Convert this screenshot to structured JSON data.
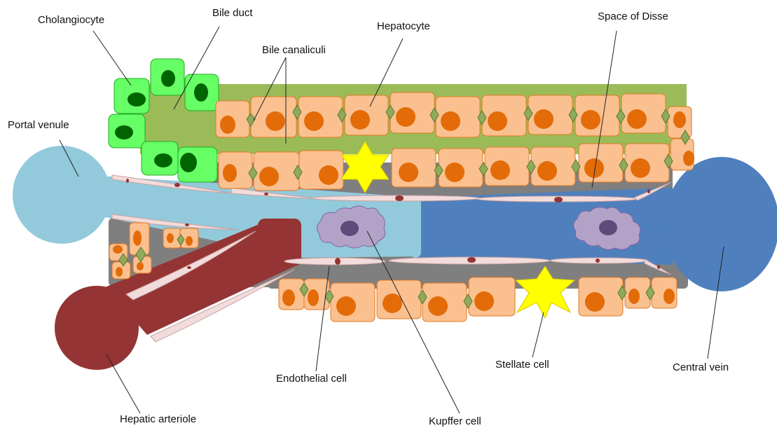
{
  "labels": {
    "cholangiocyte": "Cholangiocyte",
    "bile_duct": "Bile duct",
    "bile_canaliculi": "Bile canaliculi",
    "hepatocyte": "Hepatocyte",
    "space_of_disse": "Space of Disse",
    "portal_venule": "Portal venule",
    "endothelial_cell": "Endothelial cell",
    "kupffer_cell": "Kupffer cell",
    "stellate_cell": "Stellate cell",
    "central_vein": "Central vein",
    "hepatic_arteriole": "Hepatic arteriole"
  },
  "colors": {
    "portal_venule": "#92cadb",
    "central_vein": "#4f80bd",
    "hepatic_arteriole": "#953434",
    "bile_duct": "#9bbb59",
    "cholangiocyte": "#66ff66",
    "cholangiocyte_nucleus": "#006400",
    "hepatocyte": "#fac090",
    "hepatocyte_nucleus": "#e36c09",
    "space_of_disse": "#7f7f7f",
    "endothelial": "#f2dcdb",
    "kupffer": "#b3a2c7",
    "kupffer_nucleus": "#604a7b",
    "stellate": "#ffff00",
    "canaliculus": "#8faa5a"
  }
}
